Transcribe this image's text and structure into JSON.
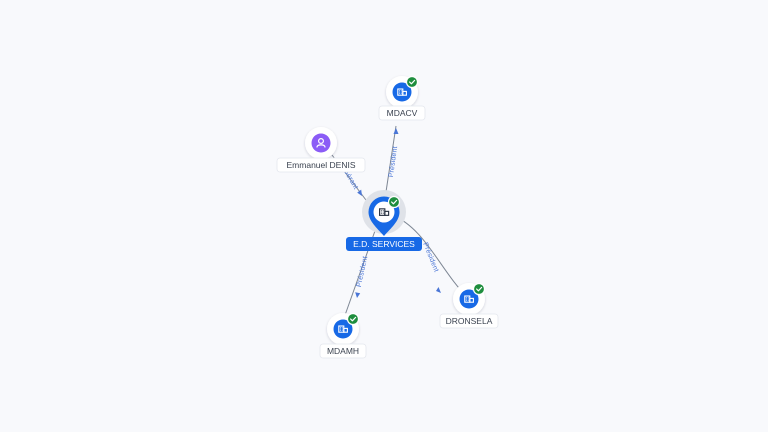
{
  "graph": {
    "center": {
      "label": "E.D. SERVICES",
      "type": "company",
      "verified": true
    },
    "nodes": [
      {
        "id": "mdacv",
        "label": "MDACV",
        "type": "company",
        "verified": true
      },
      {
        "id": "emmanuel",
        "label": "Emmanuel DENIS",
        "type": "person",
        "verified": false
      },
      {
        "id": "mdamh",
        "label": "MDAMH",
        "type": "company",
        "verified": true
      },
      {
        "id": "dronsela",
        "label": "DRONSELA",
        "type": "company",
        "verified": true
      }
    ],
    "edges": [
      {
        "from": "center",
        "to": "mdacv",
        "label": "Président"
      },
      {
        "from": "emmanuel",
        "to": "center",
        "label": "Gérant"
      },
      {
        "from": "center",
        "to": "mdamh",
        "label": "Président"
      },
      {
        "from": "center",
        "to": "dronsela",
        "label": "Président"
      }
    ]
  },
  "colors": {
    "accent": "#1769e6",
    "verified": "#1e8e3e",
    "person": "#8b5cf6",
    "edge": "#7e8794",
    "edge_label": "#4a76d6",
    "background": "#f8f9fc"
  },
  "icons": {
    "company": "building-icon",
    "person": "person-icon",
    "verified": "check-badge-icon"
  }
}
